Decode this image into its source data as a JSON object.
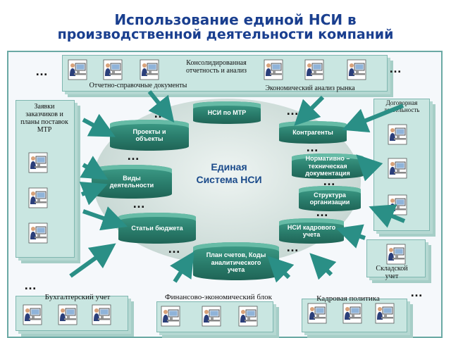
{
  "title": {
    "line1": "Использование единой НСИ  в",
    "line2": "производственной деятельности компаний"
  },
  "center": {
    "line1": "Единая",
    "line2": "Система НСИ"
  },
  "cylinders": {
    "nsi_mtr": "НСИ по МТР",
    "projects": "Проекты и объекты",
    "contractors": "Контрагенты",
    "normative": "Нормативно – техническая документация",
    "activities": "Виды деятельности",
    "structure": "Структура организации",
    "budget": "Статьи бюджета",
    "hr_nsi": "НСИ кадрового учета",
    "accounts": "План счетов, Коды аналитического учета"
  },
  "labels": {
    "consolidated": "Консолидированная отчетность и анализ",
    "reference_docs": "Отчетно-справочные документы",
    "economic_analysis": "Экономический анализ рынка",
    "requests": "Заявки заказчиков и планы поставок МТР",
    "contracts": "Договорная деятельность",
    "warehouse": "Складской учет",
    "accounting": "Бухгалтерский учет",
    "finance": "Финансово-экономический блок",
    "hr_policy": "Кадровая политика"
  },
  "dots": "…",
  "colors": {
    "title": "#1a3f8f",
    "panel_border": "#6aa9a4",
    "stack": "#c9e6e1",
    "cylinder": "#2a7d6c",
    "arrow": "#2a8f86"
  },
  "icons": {
    "workstation": "computer-operator-icon",
    "arrow": "arrow-icon"
  }
}
